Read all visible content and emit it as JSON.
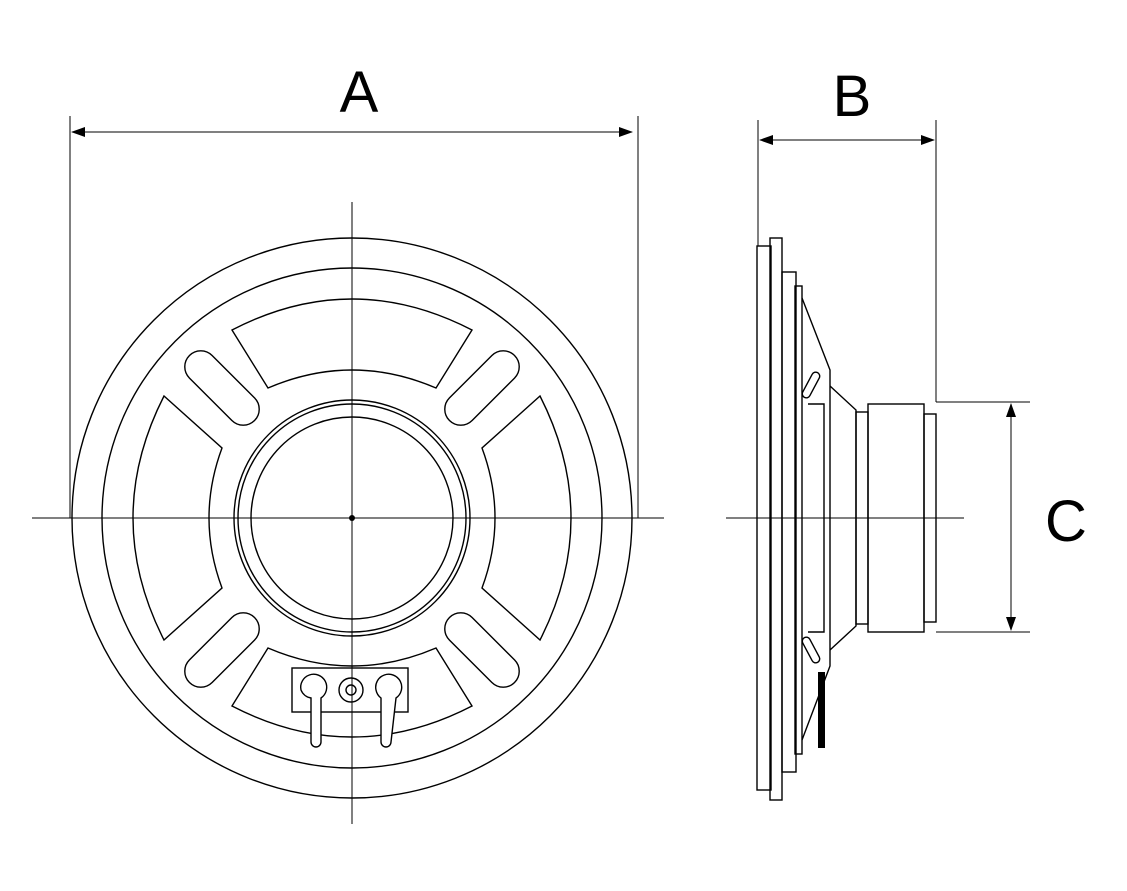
{
  "dimensions": {
    "a_label": "A",
    "b_label": "B",
    "c_label": "C"
  },
  "colors": {
    "stroke": "#000000",
    "background": "#ffffff"
  }
}
